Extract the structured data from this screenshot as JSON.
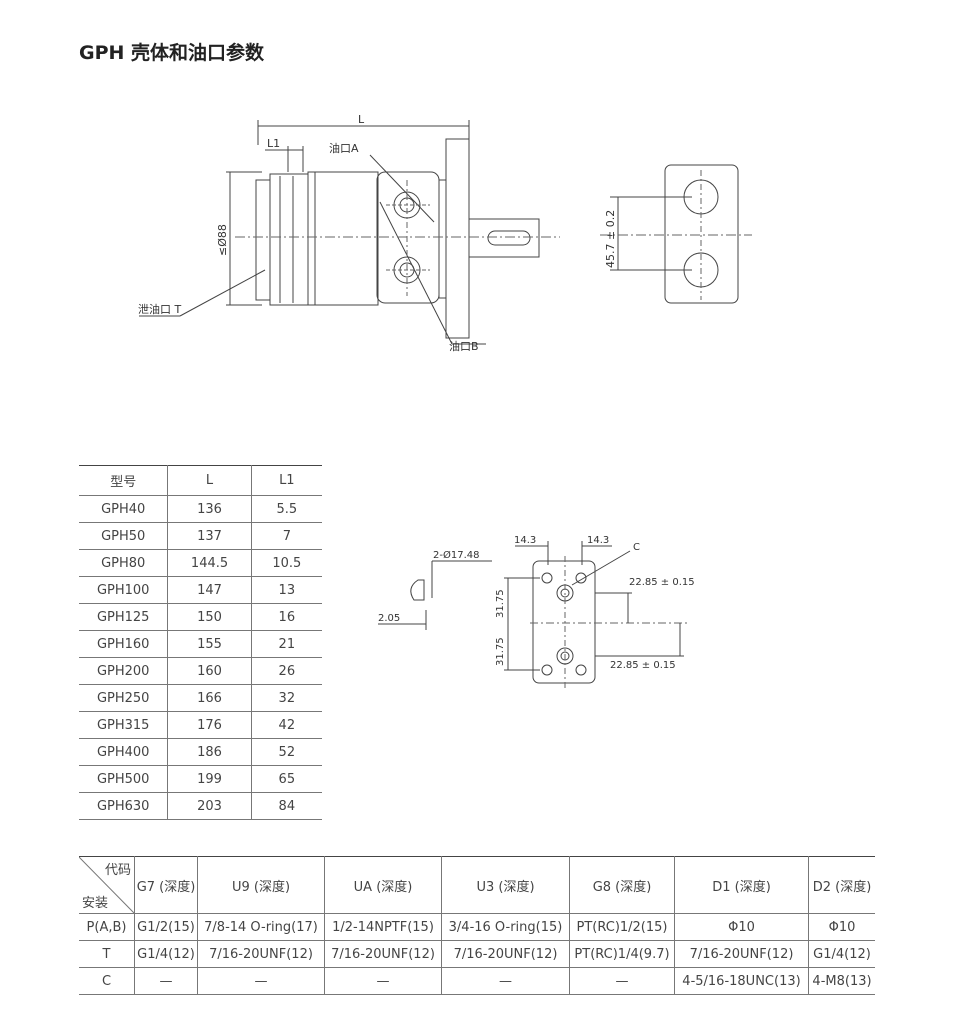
{
  "title": "GPH 壳体和油口参数",
  "drawing": {
    "label_L": "L",
    "label_L1": "L1",
    "label_port_a": "油口A",
    "label_port_b": "油口B",
    "label_drain": "泄油口 T",
    "label_dia": "≤Ø88",
    "label_spacing": "45.7 ± 0.2"
  },
  "detail": {
    "hole_label": "2-Ø17.48",
    "depth_label": "2.05",
    "dim_left": "14.3",
    "dim_right": "14.3",
    "label_c": "C",
    "dim_top_offset": "22.85 ± 0.15",
    "dim_bottom_offset": "22.85 ± 0.15",
    "dim_upper": "31.75",
    "dim_lower": "31.75"
  },
  "model_table": {
    "headers": [
      "型号",
      "L",
      "L1"
    ],
    "rows": [
      [
        "GPH40",
        "136",
        "5.5"
      ],
      [
        "GPH50",
        "137",
        "7"
      ],
      [
        "GPH80",
        "144.5",
        "10.5"
      ],
      [
        "GPH100",
        "147",
        "13"
      ],
      [
        "GPH125",
        "150",
        "16"
      ],
      [
        "GPH160",
        "155",
        "21"
      ],
      [
        "GPH200",
        "160",
        "26"
      ],
      [
        "GPH250",
        "166",
        "32"
      ],
      [
        "GPH315",
        "176",
        "42"
      ],
      [
        "GPH400",
        "186",
        "52"
      ],
      [
        "GPH500",
        "199",
        "65"
      ],
      [
        "GPH630",
        "203",
        "84"
      ]
    ]
  },
  "port_table": {
    "corner_top": "代码",
    "corner_bottom": "安装",
    "headers": [
      "G7 (深度)",
      "U9 (深度)",
      "UA (深度)",
      "U3 (深度)",
      "G8 (深度)",
      "D1 (深度)",
      "D2 (深度)"
    ],
    "rows": [
      {
        "label": "P(A,B)",
        "cells": [
          "G1/2(15)",
          "7/8-14 O-ring(17)",
          "1/2-14NPTF(15)",
          "3/4-16 O-ring(15)",
          "PT(RC)1/2(15)",
          "Φ10",
          "Φ10"
        ]
      },
      {
        "label": "T",
        "cells": [
          "G1/4(12)",
          "7/16-20UNF(12)",
          "7/16-20UNF(12)",
          "7/16-20UNF(12)",
          "PT(RC)1/4(9.7)",
          "7/16-20UNF(12)",
          "G1/4(12)"
        ]
      },
      {
        "label": "C",
        "cells": [
          "—",
          "—",
          "—",
          "—",
          "—",
          "4-5/16-18UNC(13)",
          "4-M8(13)"
        ]
      }
    ]
  }
}
